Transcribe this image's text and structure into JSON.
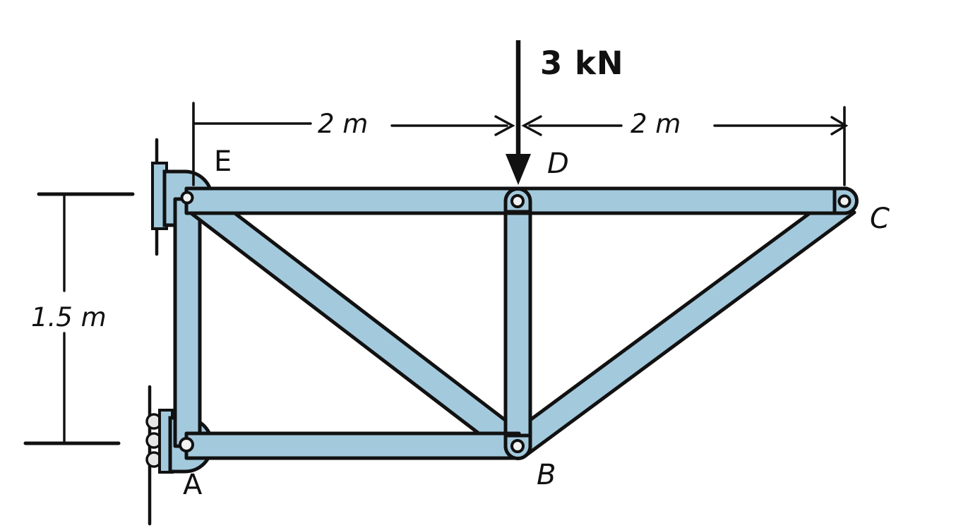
{
  "figure": {
    "type": "truss-free-body-diagram",
    "background_color": "#ffffff",
    "member_fill_color": "#a3c9dd",
    "outline_color": "#111111"
  },
  "labels": {
    "joint_A": "A",
    "joint_B": "B",
    "joint_C": "C",
    "joint_D": "D",
    "joint_E": "E"
  },
  "load": {
    "magnitude_label": "3 kN",
    "direction": "down",
    "applied_at": "D"
  },
  "dimensions": {
    "top_left_span": "2 m",
    "top_right_span": "2 m",
    "left_height": "1.5 m"
  },
  "supports": {
    "A": "roller",
    "E": "pin"
  },
  "chart_data": {
    "type": "diagram",
    "title": "Pin-jointed truss with 3 kN point load at D",
    "nodes": [
      {
        "id": "E",
        "x_m": 0.0,
        "y_m": 1.5,
        "label": "E",
        "support": "pin"
      },
      {
        "id": "A",
        "x_m": 0.0,
        "y_m": 0.0,
        "label": "A",
        "support": "roller"
      },
      {
        "id": "D",
        "x_m": 2.0,
        "y_m": 1.5,
        "label": "D",
        "support": "none"
      },
      {
        "id": "B",
        "x_m": 2.0,
        "y_m": 0.0,
        "label": "B",
        "support": "none"
      },
      {
        "id": "C",
        "x_m": 4.0,
        "y_m": 1.5,
        "label": "C",
        "support": "none"
      }
    ],
    "members": [
      {
        "from": "E",
        "to": "D",
        "name": "top-chord-ED"
      },
      {
        "from": "D",
        "to": "C",
        "name": "top-chord-DC"
      },
      {
        "from": "A",
        "to": "B",
        "name": "bottom-chord-AB"
      },
      {
        "from": "E",
        "to": "A",
        "name": "left-vertical-EA"
      },
      {
        "from": "E",
        "to": "B",
        "name": "diagonal-EB"
      },
      {
        "from": "D",
        "to": "B",
        "name": "vertical-DB"
      },
      {
        "from": "B",
        "to": "C",
        "name": "diagonal-BC"
      }
    ],
    "loads": [
      {
        "at": "D",
        "magnitude": 3,
        "unit": "kN",
        "direction": "down",
        "label": "3 kN"
      }
    ],
    "dimension_annotations": [
      {
        "label": "2 m",
        "from": "E",
        "to": "D",
        "orientation": "horizontal"
      },
      {
        "label": "2 m",
        "from": "D",
        "to": "C",
        "orientation": "horizontal"
      },
      {
        "label": "1.5 m",
        "from": "A",
        "to": "E",
        "orientation": "vertical"
      }
    ]
  }
}
